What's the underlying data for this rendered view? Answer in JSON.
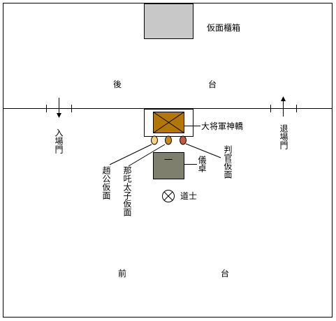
{
  "labels": {
    "mask_storage": "仮面櫃箱",
    "back_stage_left": "後",
    "back_stage_right": "台",
    "entrance": "入場門",
    "exit": "退場門",
    "palanquin": "大将軍神轎",
    "mask_zhao": "趙公仮面",
    "mask_nezha": "那吒太子仮面",
    "mask_judge": "判官仮面",
    "table": "儀卓",
    "table_mark": "一",
    "priest": "道士",
    "front_stage_left": "前",
    "front_stage_right": "台"
  },
  "colors": {
    "storage_box": "#c8c8c8",
    "palanquin": "#b37708",
    "table": "#7f7f6e",
    "mask_zhao": "#f6d27c",
    "mask_nezha": "#c8891b",
    "mask_judge": "#c65a3e"
  },
  "icons": {
    "arrow_down": "arrow-down-icon",
    "arrow_up": "arrow-up-icon",
    "priest": "circle-x-icon",
    "palanquin": "box-x-icon"
  }
}
